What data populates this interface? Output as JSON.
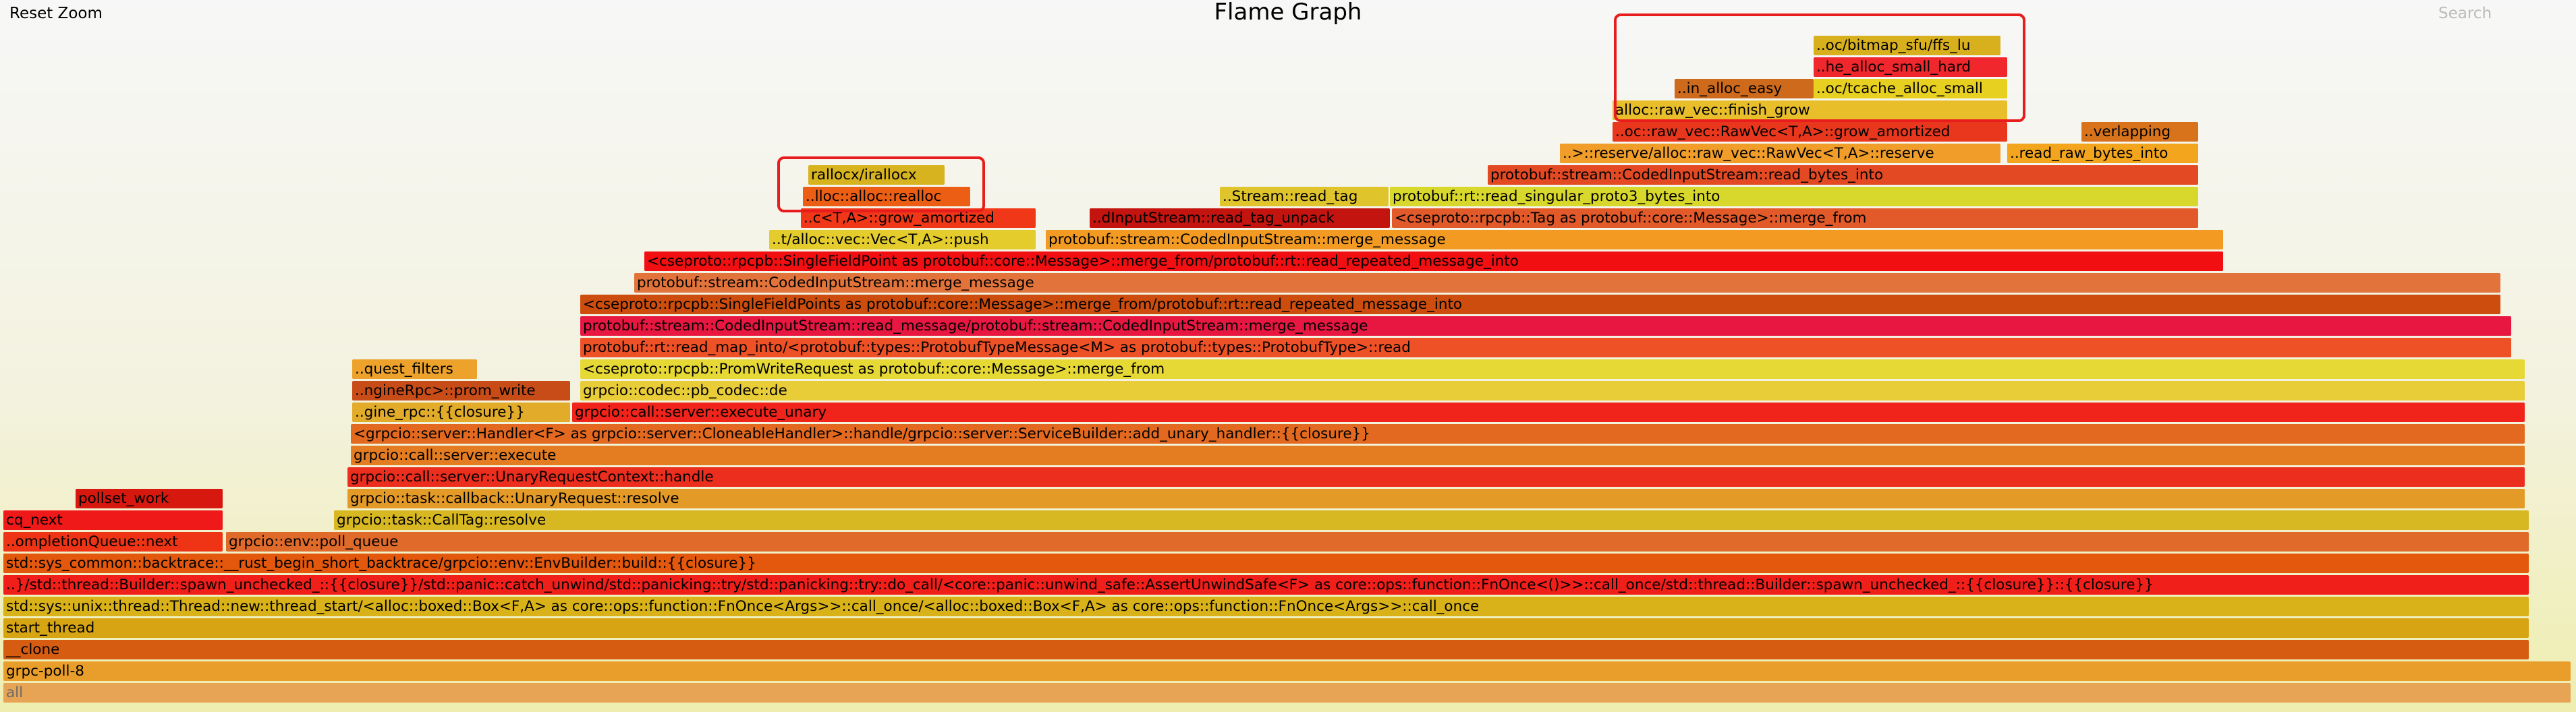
{
  "header": {
    "title": "Flame Graph",
    "reset_zoom": "Reset Zoom",
    "search": "Search"
  },
  "frames": [
    {
      "label": "all",
      "color": "#e6a454",
      "depth": 0,
      "start": 5,
      "end": 3810
    },
    {
      "label": "grpc-poll-8",
      "color": "#e99e2c",
      "depth": 1,
      "start": 5,
      "end": 3810
    },
    {
      "label": "__clone",
      "color": "#d65c12",
      "depth": 2,
      "start": 5,
      "end": 3748
    },
    {
      "label": "start_thread",
      "color": "#d7a413",
      "depth": 3,
      "start": 5,
      "end": 3748
    },
    {
      "label": "std::sys::unix::thread::Thread::new::thread_start/<alloc::boxed::Box<F,A> as core::ops::function::FnOnce<Args>>::call_once/<alloc::boxed::Box<F,A> as core::ops::function::FnOnce<Args>>::call_once",
      "color": "#d9b219",
      "depth": 4,
      "start": 5,
      "end": 3748
    },
    {
      "label": "..}/std::thread::Builder::spawn_unchecked_::{{closure}}/std::panic::catch_unwind/std::panicking::try/std::panicking::try::do_call/<core::panic::unwind_safe::AssertUnwindSafe<F> as core::ops::function::FnOnce<()>>::call_once/std::thread::Builder::spawn_unchecked_::{{closure}}::{{closure}}",
      "color": "#f01f1a",
      "depth": 5,
      "start": 5,
      "end": 3748
    },
    {
      "label": "std::sys_common::backtrace::__rust_begin_short_backtrace/grpcio::env::EnvBuilder::build::{{closure}}",
      "color": "#e3580c",
      "depth": 6,
      "start": 5,
      "end": 3748
    },
    {
      "label": "..ompletionQueue::next",
      "color": "#ee3415",
      "depth": 7,
      "start": 5,
      "end": 330
    },
    {
      "label": "grpcio::env::poll_queue",
      "color": "#df6a2a",
      "depth": 7,
      "start": 335,
      "end": 3748
    },
    {
      "label": "cq_next",
      "color": "#f0191a",
      "depth": 8,
      "start": 5,
      "end": 330
    },
    {
      "label": "grpcio::task::CallTag::resolve",
      "color": "#d8b822",
      "depth": 8,
      "start": 495,
      "end": 3748
    },
    {
      "label": "pollset_work",
      "color": "#d6180f",
      "depth": 9,
      "start": 112,
      "end": 330
    },
    {
      "label": "grpcio::task::callback::UnaryRequest::resolve",
      "color": "#e49a26",
      "depth": 9,
      "start": 515,
      "end": 3742
    },
    {
      "label": "grpcio::call::server::UnaryRequestContext::handle",
      "color": "#ec2e1f",
      "depth": 10,
      "start": 515,
      "end": 3742
    },
    {
      "label": "grpcio::call::server::execute",
      "color": "#e47c21",
      "depth": 11,
      "start": 520,
      "end": 3742
    },
    {
      "label": "<grpcio::server::Handler<F> as grpcio::server::CloneableHandler>::handle/grpcio::server::ServiceBuilder::add_unary_handler::{{closure}}",
      "color": "#e2691f",
      "depth": 12,
      "start": 520,
      "end": 3742
    },
    {
      "label": "..gine_rpc::{{closure}}",
      "color": "#e2ac2a",
      "depth": 13,
      "start": 522,
      "end": 845
    },
    {
      "label": "grpcio::call::server::execute_unary",
      "color": "#f0241b",
      "depth": 13,
      "start": 848,
      "end": 3742
    },
    {
      "label": "..ngineRpc>::prom_write",
      "color": "#c84c17",
      "depth": 14,
      "start": 522,
      "end": 845
    },
    {
      "label": "grpcio::codec::pb_codec::de",
      "color": "#e8cc38",
      "depth": 14,
      "start": 860,
      "end": 3742
    },
    {
      "label": "..quest_filters",
      "color": "#eca22b",
      "depth": 15,
      "start": 522,
      "end": 707
    },
    {
      "label": "<cseproto::rpcpb::PromWriteRequest as protobuf::core::Message>::merge_from",
      "color": "#e6d935",
      "depth": 15,
      "start": 860,
      "end": 3742
    },
    {
      "label": "protobuf::rt::read_map_into/<protobuf::types::ProtobufTypeMessage<M> as protobuf::types::ProtobufType>::read",
      "color": "#ee5126",
      "depth": 16,
      "start": 860,
      "end": 3722
    },
    {
      "label": "protobuf::stream::CodedInputStream::read_message/protobuf::stream::CodedInputStream::merge_message",
      "color": "#e81742",
      "depth": 17,
      "start": 860,
      "end": 3722
    },
    {
      "label": "<cseproto::rpcpb::SingleFieldPoints as protobuf::core::Message>::merge_from/protobuf::rt::read_repeated_message_into",
      "color": "#cc4d0d",
      "depth": 18,
      "start": 860,
      "end": 3706
    },
    {
      "label": "protobuf::stream::CodedInputStream::merge_message",
      "color": "#e2733a",
      "depth": 19,
      "start": 940,
      "end": 3706
    },
    {
      "label": "<cseproto::rpcpb::SingleFieldPoint as protobuf::core::Message>::merge_from/protobuf::rt::read_repeated_message_into",
      "color": "#f20f12",
      "depth": 20,
      "start": 955,
      "end": 3295
    },
    {
      "label": "..t/alloc::vec::Vec<T,A>::push",
      "color": "#e3cc2c",
      "depth": 21,
      "start": 1140,
      "end": 1535
    },
    {
      "label": "protobuf::stream::CodedInputStream::merge_message",
      "color": "#f29a22",
      "depth": 21,
      "start": 1550,
      "end": 3295
    },
    {
      "label": "..c<T,A>::grow_amortized",
      "color": "#f03718",
      "depth": 22,
      "start": 1187,
      "end": 1535
    },
    {
      "label": "..dInputStream::read_tag_unpack",
      "color": "#c4140f",
      "depth": 22,
      "start": 1615,
      "end": 2060
    },
    {
      "label": "<cseproto::rpcpb::Tag as protobuf::core::Message>::merge_from",
      "color": "#e2592a",
      "depth": 22,
      "start": 2063,
      "end": 3258
    },
    {
      "label": "..lloc::alloc::realloc",
      "color": "#ec5e14",
      "depth": 23,
      "start": 1190,
      "end": 1438
    },
    {
      "label": "..Stream::read_tag",
      "color": "#dfc42c",
      "depth": 23,
      "start": 1808,
      "end": 2058
    },
    {
      "label": "protobuf::rt::read_singular_proto3_bytes_into",
      "color": "#d8d72b",
      "depth": 23,
      "start": 2060,
      "end": 3258
    },
    {
      "label": "rallocx/irallocx",
      "color": "#d7b320",
      "depth": 24,
      "start": 1198,
      "end": 1400
    },
    {
      "label": "protobuf::stream::CodedInputStream::read_bytes_into",
      "color": "#e34a23",
      "depth": 24,
      "start": 2205,
      "end": 3258
    },
    {
      "label": "..>::reserve/alloc::raw_vec::RawVec<T,A>::reserve",
      "color": "#f19d2a",
      "depth": 25,
      "start": 2312,
      "end": 2965
    },
    {
      "label": "..read_raw_bytes_into",
      "color": "#f2a51d",
      "depth": 25,
      "start": 2975,
      "end": 3258
    },
    {
      "label": "..oc::raw_vec::RawVec<T,A>::grow_amortized",
      "color": "#e8371c",
      "depth": 26,
      "start": 2390,
      "end": 2975
    },
    {
      "label": "..verlapping",
      "color": "#d8731c",
      "depth": 26,
      "start": 3085,
      "end": 3258
    },
    {
      "label": "alloc::raw_vec::finish_grow",
      "color": "#e8be2a",
      "depth": 27,
      "start": 2390,
      "end": 2975
    },
    {
      "label": "..in_alloc_easy",
      "color": "#cd6a1c",
      "depth": 28,
      "start": 2482,
      "end": 2688
    },
    {
      "label": "..oc/tcache_alloc_small",
      "color": "#e8d021",
      "depth": 28,
      "start": 2688,
      "end": 2975
    },
    {
      "label": "..he_alloc_small_hard",
      "color": "#f0272c",
      "depth": 29,
      "start": 2688,
      "end": 2975
    },
    {
      "label": "..oc/bitmap_sfu/ffs_lu",
      "color": "#d8b01e",
      "depth": 30,
      "start": 2688,
      "end": 2965
    }
  ]
}
